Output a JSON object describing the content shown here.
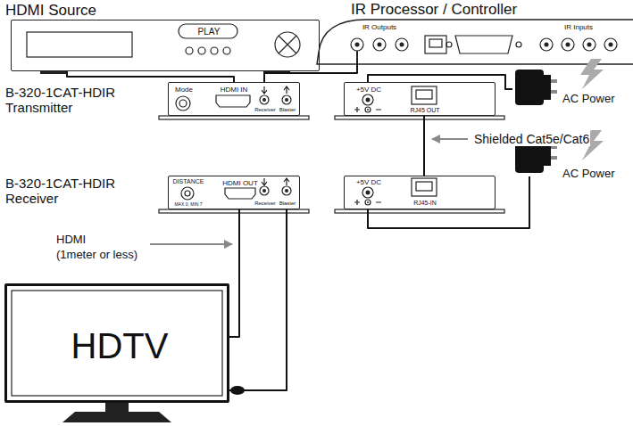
{
  "diagram": {
    "nodes": [
      {
        "text": [
          "HDMI Source",
          "PLAY"
        ]
      },
      {
        "text": [
          "IR Processor / Controller",
          "IR Outputs",
          "IR Inputs"
        ]
      },
      {
        "text": [
          "B-320-1CAT-HDIR Transmitter",
          "Mode",
          "HDMI IN",
          "Receiver",
          "Blaster"
        ]
      },
      {
        "text": [
          "+5V DC",
          "RJ45 OUT"
        ]
      },
      {
        "text": [
          "AC Power"
        ]
      },
      {
        "text": [
          "B-320-1CAT-HDIR Receiver",
          "DISTANCE",
          "MAX 0, MIN 7",
          "HDMI OUT",
          "Receiver",
          "Blaster"
        ]
      },
      {
        "text": [
          "+5V DC",
          "RJ45-IN"
        ]
      },
      {
        "text": [
          "AC Power"
        ]
      },
      {
        "text": [
          "HDTV"
        ]
      }
    ],
    "edges": [
      {
        "from": 0,
        "to": 2,
        "arrow": "none"
      },
      {
        "from": 1,
        "to": 2,
        "arrow": "none"
      },
      {
        "from": 4,
        "to": 3,
        "arrow": "none"
      },
      {
        "from": 3,
        "to": 6,
        "arrow": "none"
      },
      {
        "from": 7,
        "to": 6,
        "arrow": "none"
      },
      {
        "from": 5,
        "to": 8,
        "arrow": "none"
      },
      {
        "from": 5,
        "to": 8,
        "arrow": "none"
      }
    ],
    "labels": [
      "Shielded Cat5e/Cat6",
      "HDMI",
      "(1meter or less)"
    ]
  }
}
